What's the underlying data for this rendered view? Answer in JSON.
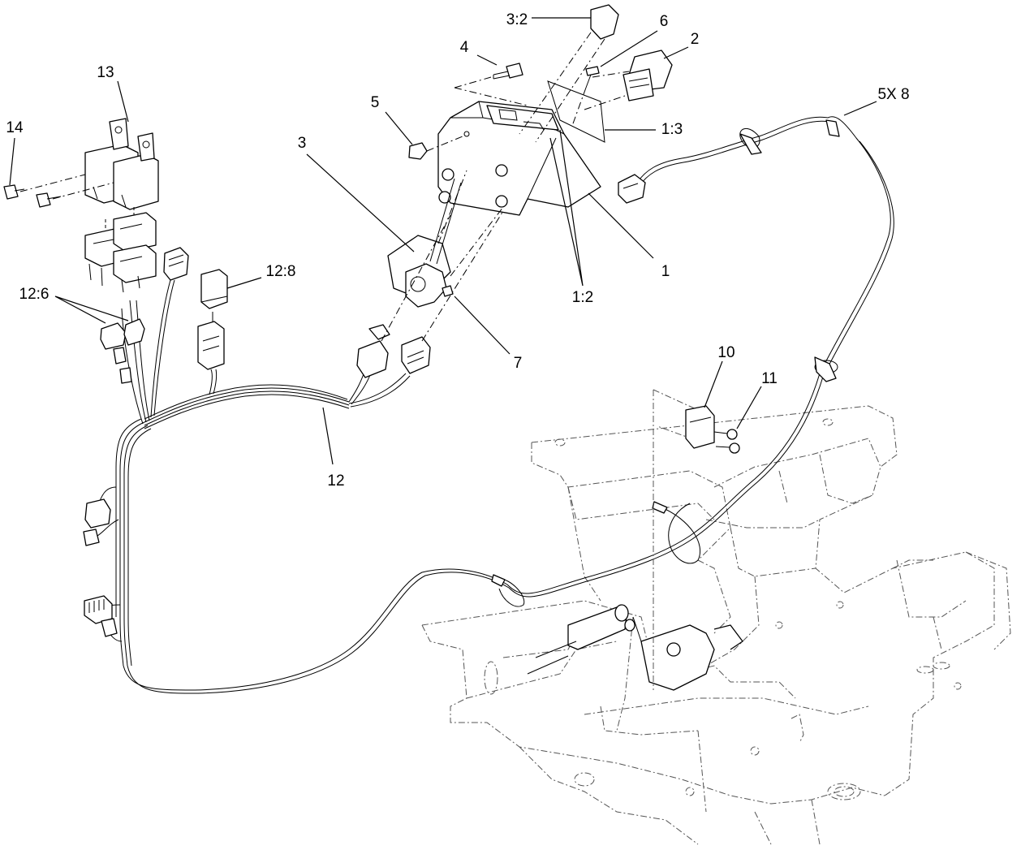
{
  "callouts": {
    "c1": "1",
    "c1_2": "1:2",
    "c1_3": "1:3",
    "c2": "2",
    "c3": "3",
    "c3_2": "3:2",
    "c4": "4",
    "c5": "5",
    "c5x8": "5X 8",
    "c6": "6",
    "c7": "7",
    "c10": "10",
    "c11": "11",
    "c12": "12",
    "c12_6": "12:6",
    "c12_8": "12:8",
    "c13": "13",
    "c14": "14"
  }
}
